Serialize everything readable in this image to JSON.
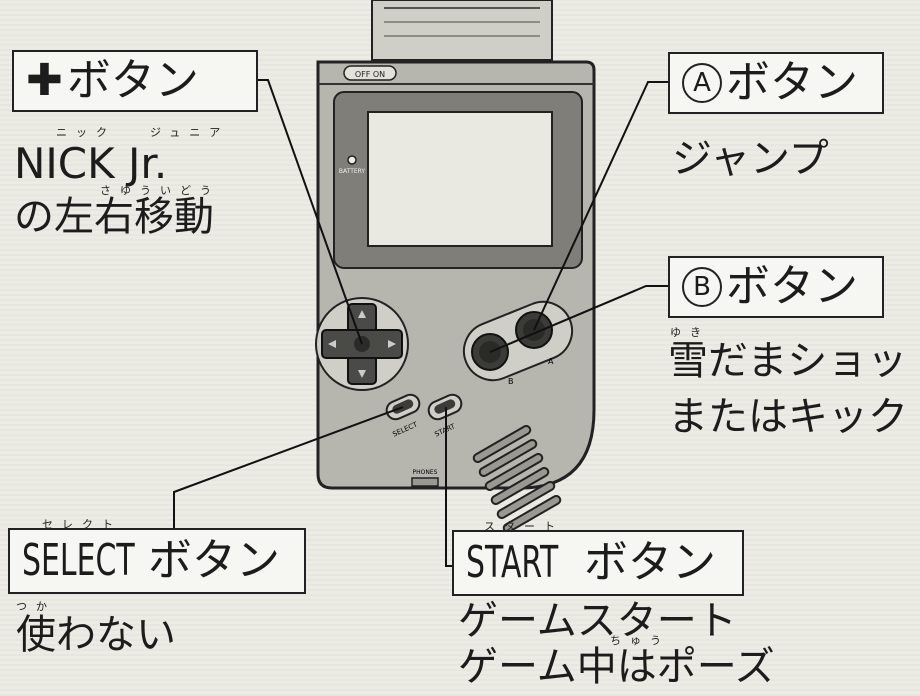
{
  "colors": {
    "paper": "#ecebe4",
    "ink": "#1c1c1c",
    "device_body": "#b6b5ae",
    "screen": "#e9e8e1"
  },
  "labels": {
    "plus_symbol": "✚",
    "plus_button": "ボタン",
    "a_letter": "A",
    "a_button": "ボタン",
    "b_letter": "B",
    "b_button": "ボタン",
    "select_en": "SELECT",
    "select_jp": "ボタン",
    "start_en": "START",
    "start_jp": "ボタン"
  },
  "descriptions": {
    "nick": "NICK Jr.",
    "move": "の左右移動",
    "jump": "ジャンプ",
    "snow_line1": "雪だまショット",
    "snow_line2": "またはキック",
    "unused": "使わない",
    "start_line1": "ゲームスタート",
    "start_line2": "ゲーム中はポーズ"
  },
  "ruby": {
    "nick": "ニック",
    "junia": "ジュニア",
    "move": "さゆういどう",
    "yuki": "ゆき",
    "select": "セレクト",
    "start": "スタート",
    "tsuka": "つか",
    "chuu": "ちゅう"
  },
  "device": {
    "battery_label": "BATTERY",
    "power_label": "OFF ON",
    "a_label": "A",
    "b_label": "B",
    "select_label": "SELECT",
    "start_label": "START",
    "phones_label": "PHONES"
  }
}
